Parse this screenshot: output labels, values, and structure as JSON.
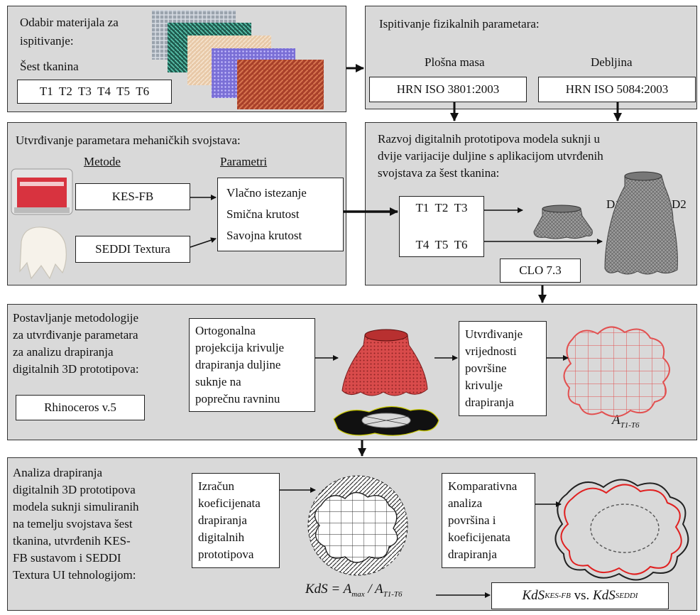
{
  "p1": {
    "title_l1": "Odabir materijala za",
    "title_l2": "ispitivanje:",
    "sub": "Šest tkanina",
    "fabrics": "T1  T2  T3  T4  T5  T6"
  },
  "p2": {
    "title": "Ispitivanje fizikalnih parametara:",
    "col1": "Plošna masa",
    "col2": "Debljina",
    "std1": "HRN ISO 3801:2003",
    "std2": "HRN ISO 5084:2003"
  },
  "p3": {
    "title": "Utvrđivanje parametara mehaničkih svojstava:",
    "h_methods": "Metode",
    "h_params": "Parametri",
    "m1": "KES-FB",
    "m2": "SEDDI Textura",
    "par1": "Vlačno istezanje",
    "par2": "Smična krutost",
    "par3": "Savojna krutost"
  },
  "p4": {
    "title_l1": "Razvoj digitalnih prototipova modela suknji u",
    "title_l2": "dvije varijacije duljine s aplikacijom utvrđenih",
    "title_l3": "svojstava za šest tkanina:",
    "g1": "T1  T2  T3",
    "g2": "T4  T5  T6",
    "d1": "D1",
    "d2": "D2",
    "software": "CLO 7.3"
  },
  "p5": {
    "l1": "Postavljanje metodologije",
    "l2": "za utvrđivanje parametara",
    "l3": "za analizu drapiranja",
    "l4": "digitalnih 3D prototipova:",
    "software": "Rhinoceros v.5",
    "b1": [
      "Ortogonalna",
      "projekcija krivulje",
      "drapiranja duljine",
      "suknje na",
      "poprečnu ravninu"
    ],
    "b2": [
      "Utvrđivanje",
      "vrijednosti",
      "površine",
      "krivulje",
      "drapiranja"
    ],
    "area_label": "A",
    "area_sub": "T1-T6"
  },
  "p6": {
    "lines": [
      "Analiza drapiranja",
      "digitalnih 3D prototipova",
      "modela suknji simuliranih",
      "na temelju svojstava šest",
      "tkanina, utvrđenih KES-",
      "FB sustavom i SEDDI",
      "Textura UI tehnologijom:"
    ],
    "b1": [
      "Izračun",
      "koeficijenata",
      "drapiranja",
      "digitalnih",
      "prototipova"
    ],
    "b2": [
      "Komparativna",
      "analiza",
      "površina i",
      "koeficijenata",
      "drapiranja"
    ],
    "f_lhs": "KdS = A",
    "f_max": "max",
    "f_mid": " / A",
    "f_t": "T1-T6",
    "c_a": "KdS",
    "c_a_sub": "KES-FB",
    "c_vs": " vs. ",
    "c_b": "KdS",
    "c_b_sub": "SEDDI"
  }
}
